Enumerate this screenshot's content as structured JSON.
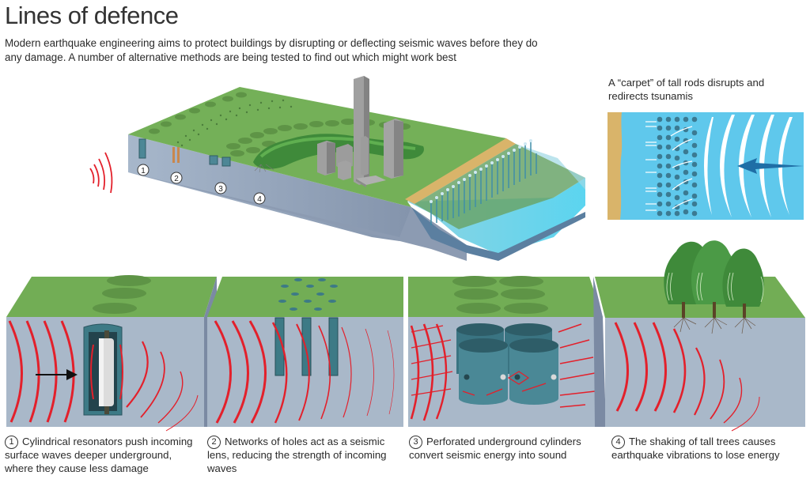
{
  "header": {
    "title": "Lines of defence",
    "intro": "Modern earthquake engineering aims to protect buildings by disrupting or deflecting seismic waves before they do any damage. A number of alternative methods are being tested to find out which might work best"
  },
  "tsunami_inset": {
    "caption": "A “carpet” of tall rods disrupts and redirects tsunamis"
  },
  "overview": {
    "markers": [
      "1",
      "2",
      "3",
      "4"
    ]
  },
  "panels": [
    {
      "number": "1",
      "text": "Cylindrical resonators push incoming surface waves deeper underground, where they cause less damage"
    },
    {
      "number": "2",
      "text": "Networks of holes act as a seismic lens, reducing the strength of incoming waves"
    },
    {
      "number": "3",
      "text": "Perforated underground cylinders convert seismic energy into sound"
    },
    {
      "number": "4",
      "text": "The shaking of tall trees causes earthquake vibrations to lose energy"
    }
  ],
  "colors": {
    "grass": "#72ad55",
    "grass_dark": "#5e9446",
    "soil": "#a9b8c9",
    "soil_side": "#7f8ea5",
    "wave_red": "#e3202b",
    "sea": "#5fc8ec",
    "sand": "#d9b46a",
    "device_teal": "#3f7f8c",
    "building_grey": "#9a9a9a",
    "arrow_blue": "#1f6ea6"
  }
}
